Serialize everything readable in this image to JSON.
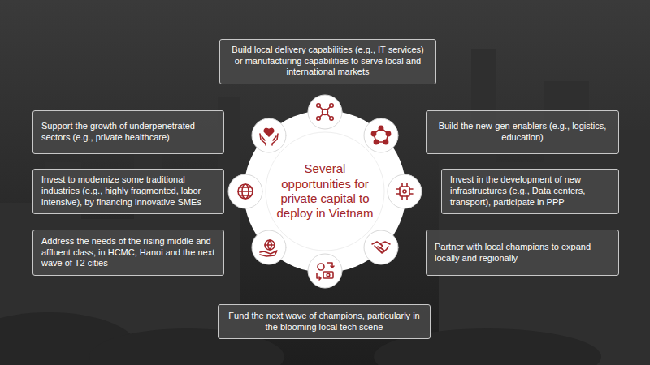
{
  "diagram": {
    "nodes": [
      {
        "text": [
          "Several opportunities for private capital to deploy in Vietnam"
        ]
      },
      {
        "text": [
          "Build local delivery capabilities (e.g., IT services) or manufacturing capabilities to serve local and international markets"
        ]
      },
      {
        "text": [
          "Support the growth of underpenetrated sectors (e.g., private healthcare)"
        ]
      },
      {
        "text": [
          "Build the new-gen enablers (e.g., logistics, education)"
        ]
      },
      {
        "text": [
          "Invest to modernize some traditional industries (e.g., highly fragmented, labor intensive), by financing innovative SMEs"
        ]
      },
      {
        "text": [
          "Invest in the development of new infrastructures (e.g., Data centers, transport), participate in PPP"
        ]
      },
      {
        "text": [
          "Address the needs of the rising middle and affluent class, in HCMC, Hanoi and the next wave of T2 cities"
        ]
      },
      {
        "text": [
          "Partner with local champions to expand locally and regionally"
        ]
      },
      {
        "text": [
          "Fund the next wave of champions, particularly in the blooming local tech scene"
        ]
      }
    ]
  }
}
